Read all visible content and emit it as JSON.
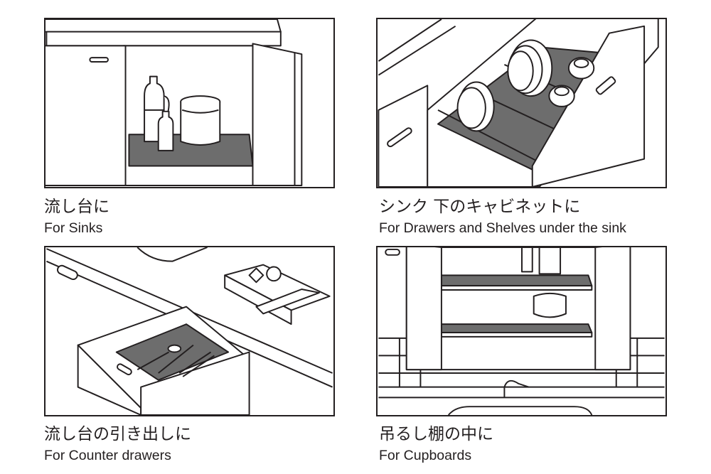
{
  "panels": [
    {
      "title_jp": "流し台に",
      "title_en": "For Sinks"
    },
    {
      "title_jp": "シンク 下のキャビネットに",
      "title_en": "For Drawers and Shelves under the sink"
    },
    {
      "title_jp": "流し台の引き出しに",
      "title_en": "For Counter drawers"
    },
    {
      "title_jp": "吊るし棚の中に",
      "title_en": "For Cupboards"
    }
  ],
  "colors": {
    "mat": "#6d6d6d",
    "line": "#231f20"
  }
}
